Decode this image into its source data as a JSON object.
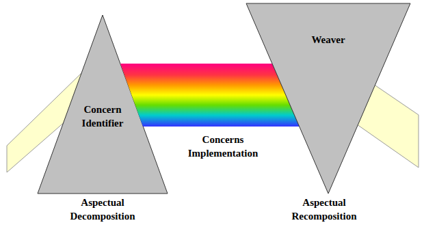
{
  "diagram": {
    "nodes": [
      {
        "text": [
          "Concern Identifier",
          "Aspectual Decomposition"
        ]
      },
      {
        "text": [
          "Concerns Implementation"
        ]
      },
      {
        "text": [
          "Weaver",
          "Aspectual Recomposition"
        ]
      }
    ]
  }
}
